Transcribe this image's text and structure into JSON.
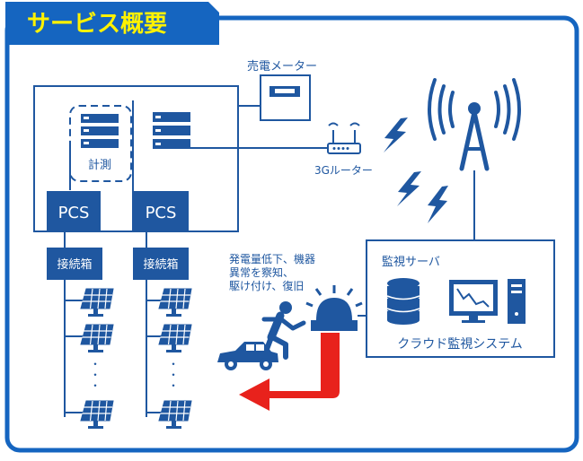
{
  "title": "サービス概要",
  "labels": {
    "meter": "売電メーター",
    "router": "3Gルーター",
    "measurement": "計測",
    "pcs_left": "PCS",
    "pcs_right": "PCS",
    "junction_left": "接続箱",
    "junction_right": "接続箱",
    "alert_line1": "発電量低下、機器",
    "alert_line2": "異常を察知、",
    "alert_line3": "駆け付け、復旧",
    "server": "監視サーバ",
    "cloud_system": "クラウド監視システム",
    "dots_left": "・\n・\n・",
    "dots_right": "・\n・\n・"
  },
  "colors": {
    "frame": "#1565C0",
    "tab": "#1565C0",
    "title_text": "#FFF200",
    "pcs_fill": "#1F57A0",
    "junction_fill": "#1F57A0",
    "alert_arrow": "#E8221C"
  },
  "icons": [
    "meter-icon",
    "server-rack-icon",
    "router-icon",
    "antenna-tower-icon",
    "lightning-icon",
    "solar-panel-icon",
    "database-icon",
    "monitor-chart-icon",
    "pc-tower-icon",
    "siren-icon",
    "running-person-icon",
    "car-icon"
  ]
}
